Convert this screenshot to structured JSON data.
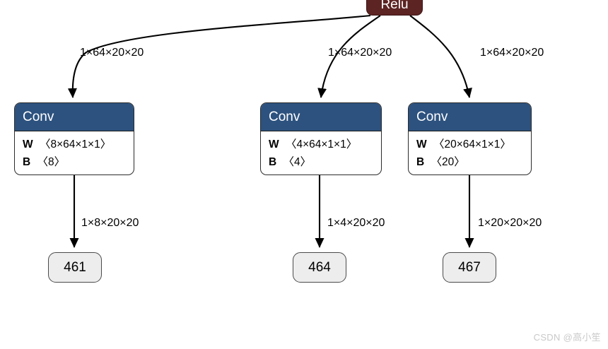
{
  "diagram": {
    "type": "neural-network-graph",
    "root": {
      "id": "relu",
      "label": "Relu",
      "fill_color": "#5c2423",
      "text_color": "#ffffff"
    },
    "conv_nodes": [
      {
        "id": "conv-1",
        "title": "Conv",
        "weight_key": "W",
        "weight_value": "〈8×64×1×1〉",
        "bias_key": "B",
        "bias_value": "〈8〉",
        "header_color": "#2d527f"
      },
      {
        "id": "conv-2",
        "title": "Conv",
        "weight_key": "W",
        "weight_value": "〈4×64×1×1〉",
        "bias_key": "B",
        "bias_value": "〈4〉",
        "header_color": "#2d527f"
      },
      {
        "id": "conv-3",
        "title": "Conv",
        "weight_key": "W",
        "weight_value": "〈20×64×1×1〉",
        "bias_key": "B",
        "bias_value": "〈20〉",
        "header_color": "#2d527f"
      }
    ],
    "output_nodes": [
      {
        "id": "out-461",
        "label": "461",
        "fill_color": "#ededed"
      },
      {
        "id": "out-464",
        "label": "464",
        "fill_color": "#ededed"
      },
      {
        "id": "out-467",
        "label": "467",
        "fill_color": "#ededed"
      }
    ],
    "input_edge_labels": [
      "1×64×20×20",
      "1×64×20×20",
      "1×64×20×20"
    ],
    "output_edge_labels": [
      "1×8×20×20",
      "1×4×20×20",
      "1×20×20×20"
    ]
  },
  "watermark": {
    "text": "CSDN @高小笙"
  }
}
